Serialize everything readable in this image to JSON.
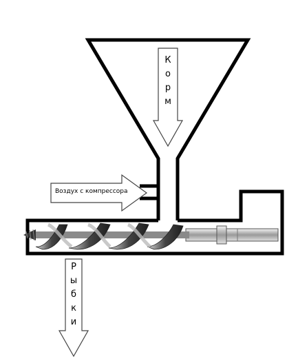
{
  "labels": {
    "feed": [
      "К",
      "о",
      "р",
      "м"
    ],
    "air": "Воздух с компрессора",
    "fish": [
      "Р",
      "ы",
      "б",
      "к",
      "и"
    ]
  },
  "colors": {
    "stroke": "#000000",
    "background": "#ffffff",
    "auger_dark": "#333333",
    "auger_light": "#bbbbbb"
  }
}
